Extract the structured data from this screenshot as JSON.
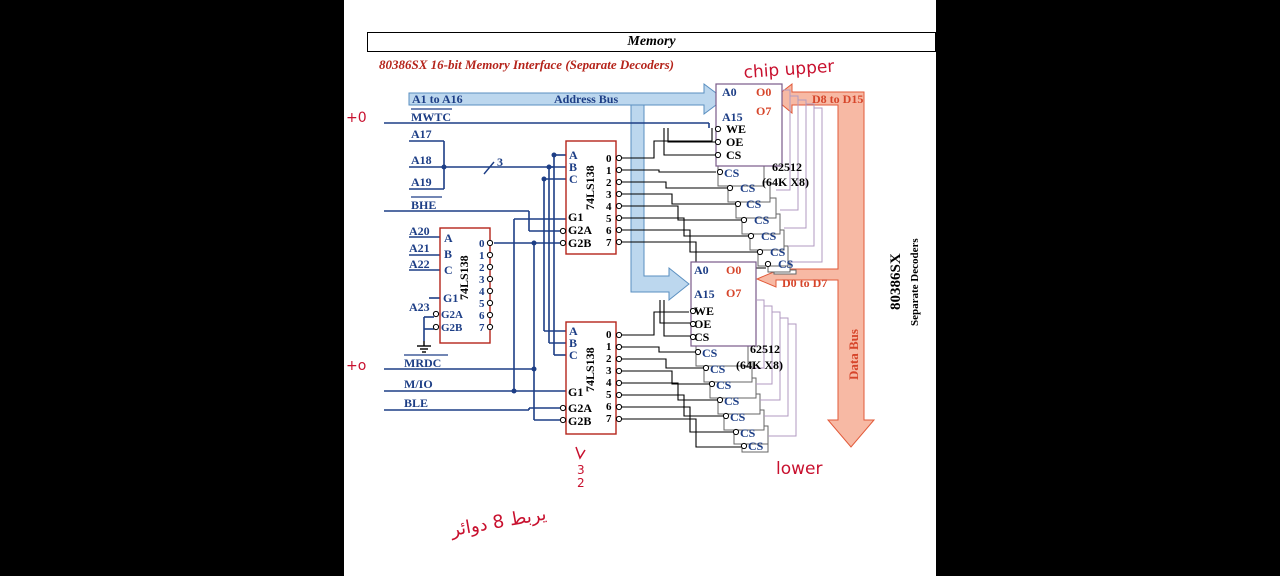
{
  "header": {
    "title": "Memory"
  },
  "subtitle": "80386SX 16-bit Memory Interface (Separate Decoders)",
  "signals": {
    "address_lines": "A1 to A16",
    "address_bus": "Address Bus",
    "mwtc": "MWTC",
    "a17": "A17",
    "a18": "A18",
    "a19": "A19",
    "bhe": "BHE",
    "a20": "A20",
    "a21": "A21",
    "a22": "A22",
    "a23": "A23",
    "mrdc": "MRDC",
    "mio": "M/IO",
    "ble": "BLE",
    "bus_count": "3"
  },
  "decoders": {
    "part": "74LS138",
    "inputs": [
      "A",
      "B",
      "C"
    ],
    "enables": [
      "G1",
      "G2A",
      "G2B"
    ],
    "outputs": [
      "0",
      "1",
      "2",
      "3",
      "4",
      "5",
      "6",
      "7"
    ]
  },
  "memory": {
    "part": "62512",
    "size": "(64K X8)",
    "addr_top": "A0",
    "addr_bottom": "A15",
    "pins": [
      "WE",
      "OE",
      "CS"
    ],
    "cs": "CS",
    "upper_data_out": [
      "O0",
      "O7"
    ],
    "upper_bus": "D8 to D15",
    "lower_bus": "D0 to D7"
  },
  "data_bus": "Data Bus",
  "side_title": "80386SX",
  "side_subtitle": "Separate Decoders",
  "handwriting": {
    "chip_upper": "chip upper",
    "lower": "lower",
    "arabic_note": "يربط 8 دوائر",
    "num_3": "3",
    "num_2": "2",
    "margin_1": "+0",
    "margin_2": "+o"
  }
}
